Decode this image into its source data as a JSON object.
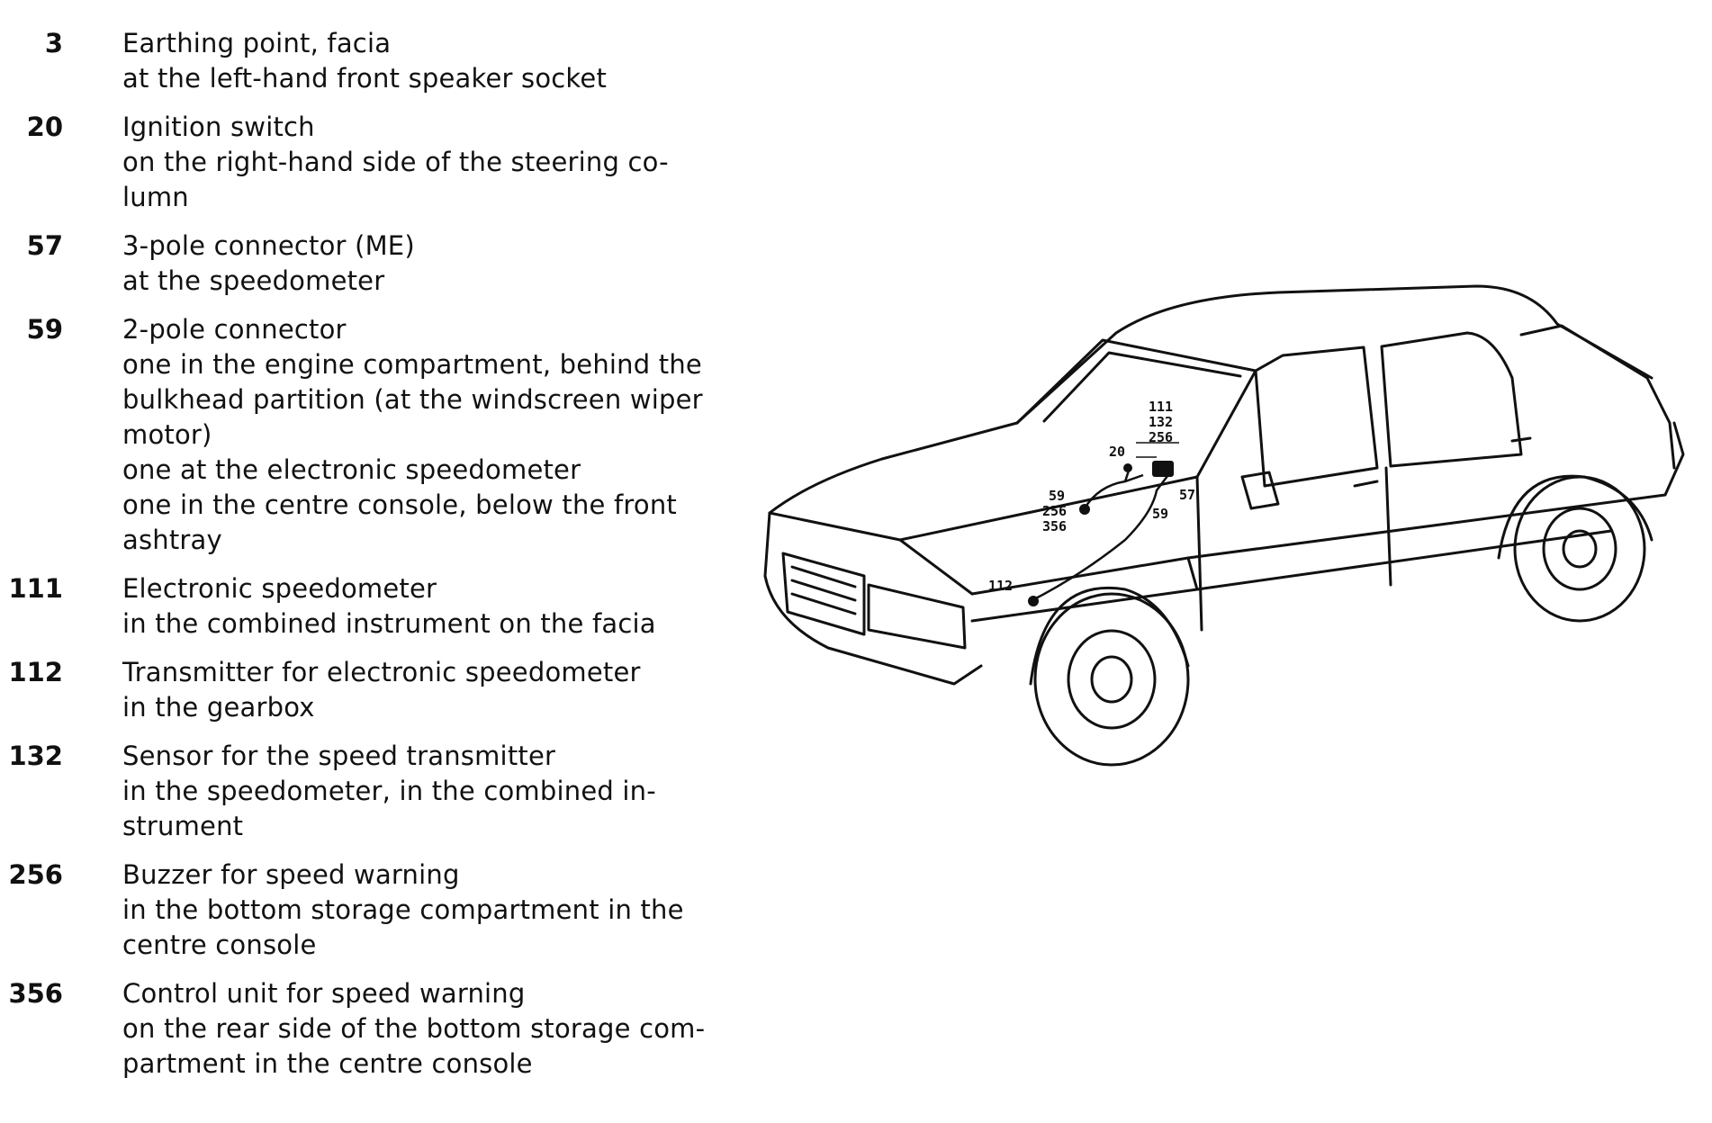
{
  "legend": [
    {
      "number": "3",
      "title": "Earthing point, facia",
      "lines": [
        "at the left-hand front speaker socket"
      ]
    },
    {
      "number": "20",
      "title": "Ignition switch",
      "lines": [
        "on the right-hand side of the steering co-",
        "lumn"
      ]
    },
    {
      "number": "57",
      "title": "3-pole connector (ME)",
      "lines": [
        "at the speedometer"
      ]
    },
    {
      "number": "59",
      "title": "2-pole connector",
      "lines": [
        "one in the engine compartment, behind the",
        "bulkhead partition (at the windscreen wiper",
        "motor)",
        "one at the electronic speedometer",
        "one in the centre console, below the front",
        "ashtray"
      ]
    },
    {
      "number": "111",
      "title": "Electronic speedometer",
      "lines": [
        "in the combined instrument on the facia"
      ]
    },
    {
      "number": "112",
      "title": "Transmitter for electronic speedometer",
      "lines": [
        "in the gearbox"
      ]
    },
    {
      "number": "132",
      "title": "Sensor for the speed transmitter",
      "lines": [
        "in the speedometer, in the combined in-",
        "strument"
      ]
    },
    {
      "number": "256",
      "title": "Buzzer for speed warning",
      "lines": [
        "in the bottom storage compartment in the",
        "centre console"
      ]
    },
    {
      "number": "356",
      "title": "Control unit for speed warning",
      "lines": [
        "on the rear side of the bottom storage com-",
        "partment in the centre console"
      ]
    }
  ],
  "diagram_labels": {
    "l111": "111",
    "l132": "132",
    "l256a": "256",
    "l20": "20",
    "l57": "57",
    "l59a": "59",
    "l59b": "59",
    "l256b": "256",
    "l356": "356",
    "l112": "112"
  },
  "colors": {
    "ink": "#111111",
    "paper": "#ffffff"
  }
}
